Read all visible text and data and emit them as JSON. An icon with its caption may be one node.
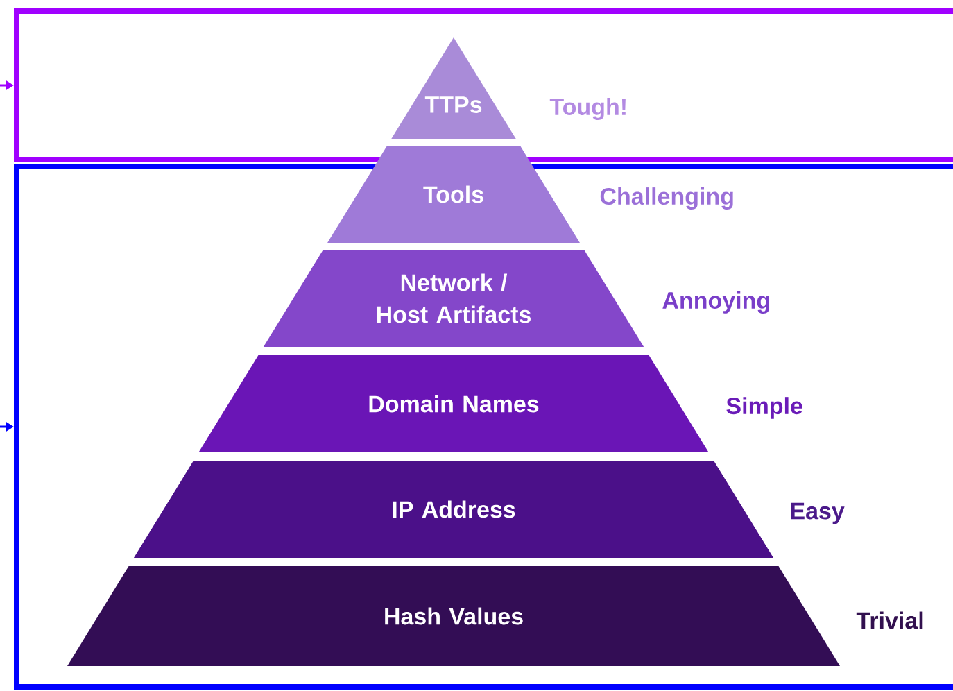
{
  "diagram": {
    "nodes": [
      {
        "text": [],
        "shape": "box"
      },
      {
        "text": [
          "TTPs"
        ],
        "beside": [
          "Tough!"
        ],
        "in": 0
      },
      {
        "text": [],
        "shape": "box"
      },
      {
        "text": [
          "Tools"
        ],
        "beside": [
          "Challenging"
        ],
        "in": 2
      },
      {
        "text": [
          "Network / Host Artifacts"
        ],
        "beside": [
          "Annoying"
        ],
        "in": 2
      },
      {
        "text": [
          "Domain Names"
        ],
        "beside": [
          "Simple"
        ],
        "in": 2
      },
      {
        "text": [
          "IP Address"
        ],
        "beside": [
          "Easy"
        ],
        "in": 2
      },
      {
        "text": [
          "Hash Values"
        ],
        "beside": [
          "Trivial"
        ],
        "in": 2
      }
    ],
    "edges": [
      {
        "from": null,
        "to": 0,
        "arrow": "to",
        "color": "#a000ff"
      },
      {
        "from": null,
        "to": 2,
        "arrow": "to",
        "color": "#0000ff"
      }
    ]
  }
}
